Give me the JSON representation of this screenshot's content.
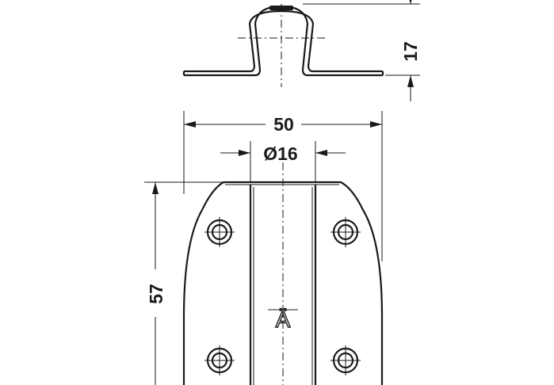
{
  "dimensions": {
    "height_side": "17",
    "width": "50",
    "diameter": "Ø16",
    "length": "57"
  },
  "logo": {
    "text": "Ä"
  }
}
